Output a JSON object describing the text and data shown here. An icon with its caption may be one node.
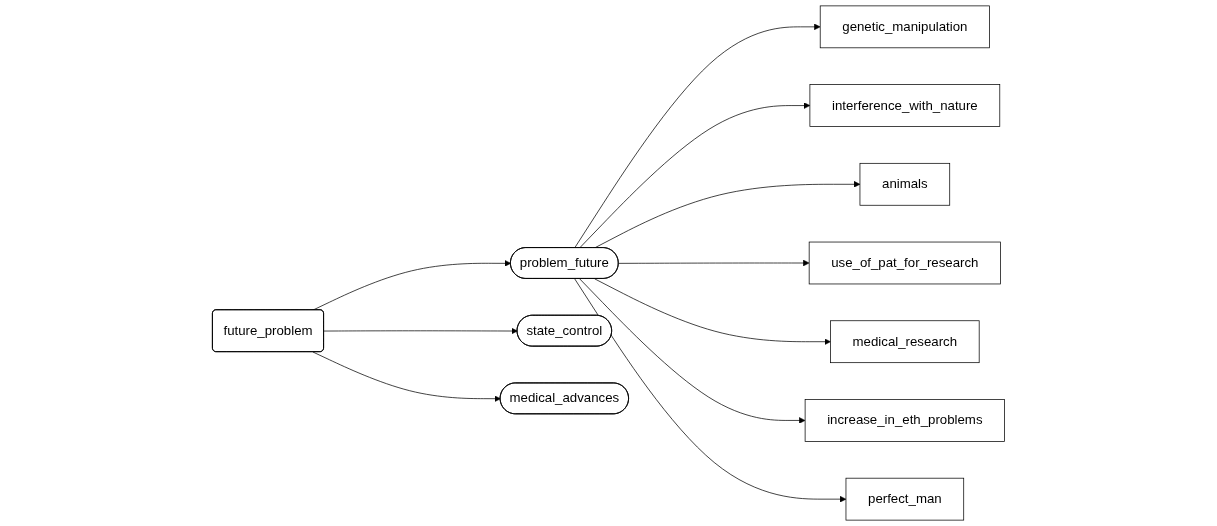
{
  "diagram": {
    "nodes": [
      {
        "text": [
          "future_problem"
        ]
      },
      {
        "text": [
          "problem_future"
        ]
      },
      {
        "text": [
          "state_control"
        ]
      },
      {
        "text": [
          "medical_advances"
        ]
      },
      {
        "text": [
          "genetic_manipulation"
        ]
      },
      {
        "text": [
          "interference_with_nature"
        ]
      },
      {
        "text": [
          "animals"
        ]
      },
      {
        "text": [
          "use_of_pat_for_research"
        ]
      },
      {
        "text": [
          "medical_research"
        ]
      },
      {
        "text": [
          "increase_in_eth_problems"
        ]
      },
      {
        "text": [
          "perfect_man"
        ]
      }
    ],
    "edges": [
      {
        "from": 0,
        "to": 1,
        "arrow": "to"
      },
      {
        "from": 0,
        "to": 2,
        "arrow": "to"
      },
      {
        "from": 0,
        "to": 3,
        "arrow": "to"
      },
      {
        "from": 1,
        "to": 4,
        "arrow": "to"
      },
      {
        "from": 1,
        "to": 5,
        "arrow": "to"
      },
      {
        "from": 1,
        "to": 6,
        "arrow": "to"
      },
      {
        "from": 1,
        "to": 7,
        "arrow": "to"
      },
      {
        "from": 1,
        "to": 8,
        "arrow": "to"
      },
      {
        "from": 1,
        "to": 9,
        "arrow": "to"
      },
      {
        "from": 1,
        "to": 10,
        "arrow": "to"
      }
    ]
  }
}
